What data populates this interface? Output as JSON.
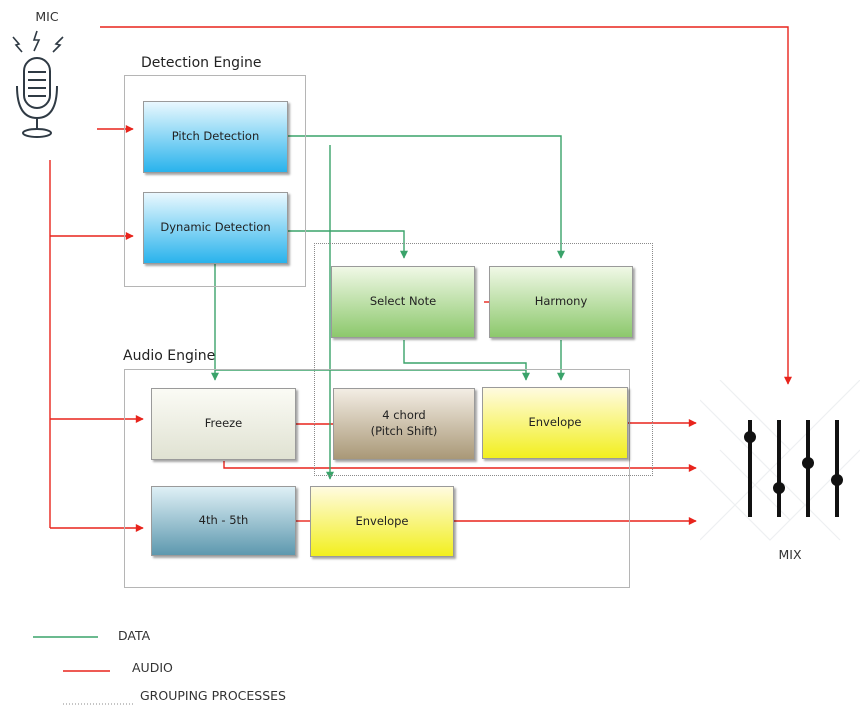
{
  "mic": {
    "label": "MIC"
  },
  "mix": {
    "label": "MIX"
  },
  "groups": {
    "detection_engine": "Detection Engine",
    "audio_engine": "Audio Engine"
  },
  "nodes": {
    "pitch_detection": "Pitch Detection",
    "dynamic_detection": "Dynamic Detection",
    "select_note": "Select Note",
    "harmony": "Harmony",
    "freeze": "Freeze",
    "four_chord": "4 chord\n(Pitch Shift)",
    "envelope_top": "Envelope",
    "fourth_fifth": "4th - 5th",
    "envelope_bottom": "Envelope"
  },
  "legend": {
    "data": "DATA",
    "audio": "AUDIO",
    "grouping": "GROUPING PROCESSES"
  },
  "colors": {
    "data_line": "#3aa36a",
    "audio_line": "#e8241c",
    "detection_gradient": [
      "#e9f8fe",
      "#29b3ec"
    ],
    "green_gradient": [
      "#f0f8e6",
      "#8cc86c"
    ],
    "freeze_gradient": [
      "#fbfbf5",
      "#e0e2d2"
    ],
    "brown_gradient": [
      "#f3ede4",
      "#a99877"
    ],
    "yellow_gradient": [
      "#fffbe0",
      "#f2ef1e"
    ],
    "teal_gradient": [
      "#dff0f6",
      "#5d98ae"
    ]
  }
}
